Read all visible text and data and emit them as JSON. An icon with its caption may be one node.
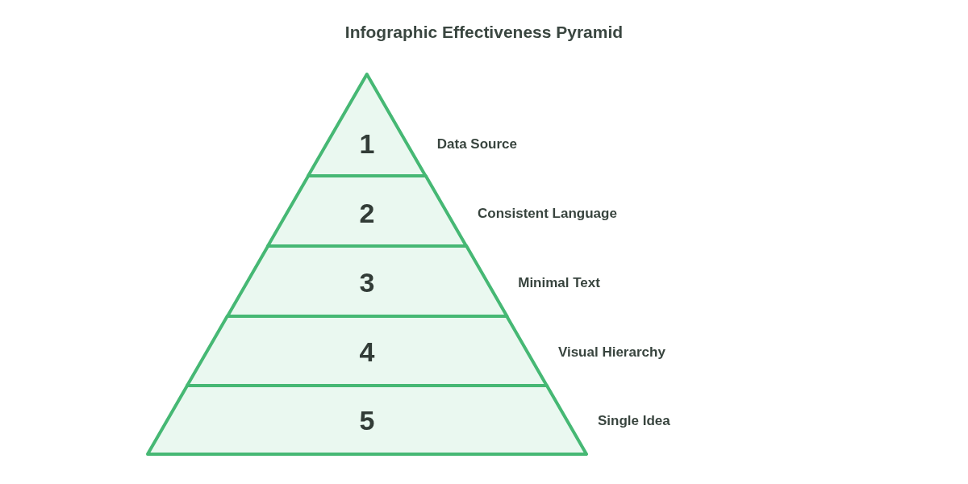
{
  "diagram": {
    "title": "Infographic Effectiveness Pyramid",
    "nodes": [
      {
        "text": [
          "1"
        ],
        "beside": [
          "Data Source"
        ]
      },
      {
        "text": [
          "2"
        ],
        "beside": [
          "Consistent Language"
        ]
      },
      {
        "text": [
          "3"
        ],
        "beside": [
          "Minimal Text"
        ]
      },
      {
        "text": [
          "4"
        ],
        "beside": [
          "Visual Hierarchy"
        ]
      },
      {
        "text": [
          "5"
        ],
        "beside": [
          "Single Idea"
        ]
      }
    ]
  }
}
